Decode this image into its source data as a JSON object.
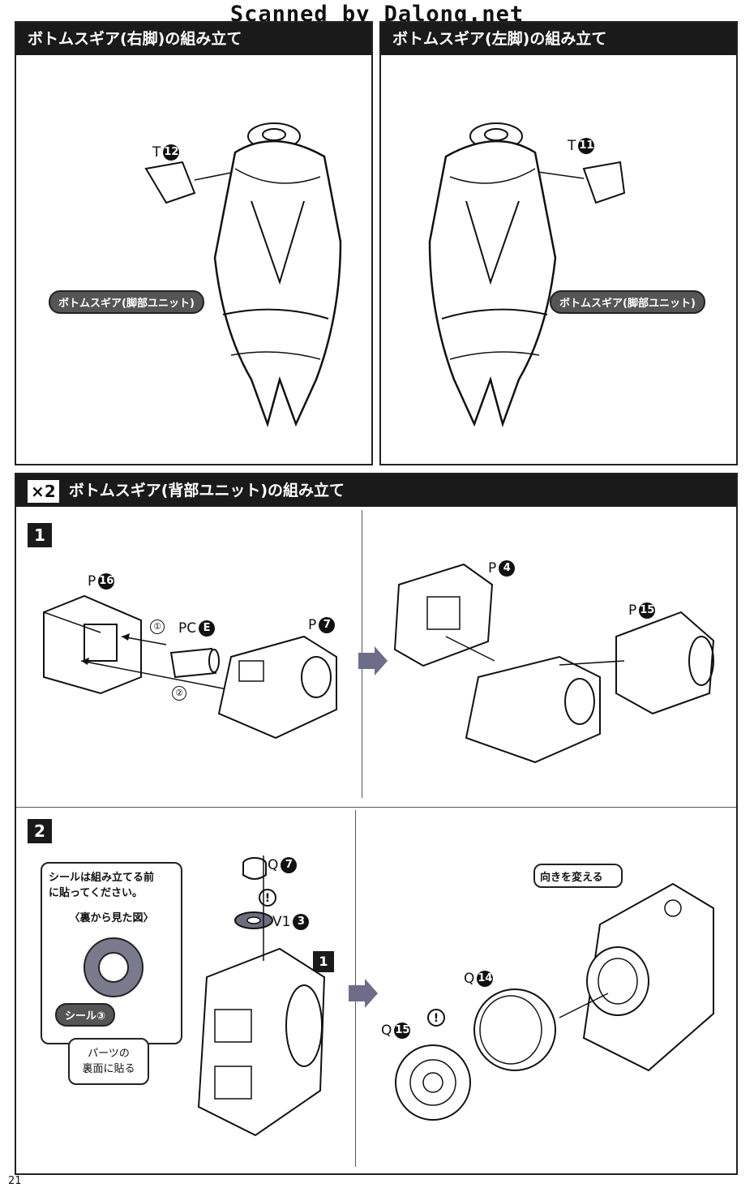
{
  "watermark": "Scanned by Dalong.net",
  "panels": {
    "right_leg": {
      "title": "ボトムスギア(右脚)の組み立て",
      "part_letter": "T",
      "part_num": "12",
      "pill": "ボトムスギア(脚部ユニット)"
    },
    "left_leg": {
      "title": "ボトムスギア(左脚)の組み立て",
      "part_letter": "T",
      "part_num": "11",
      "pill": "ボトムスギア(脚部ユニット)"
    },
    "back_unit": {
      "multiplier": "×2",
      "title": "ボトムスギア(背部ユニット)の組み立て"
    }
  },
  "step1": {
    "step": "1",
    "p16_letter": "P",
    "p16_num": "16",
    "arrow1": "①",
    "pc_letter": "PC",
    "pc_code": "E",
    "p7_letter": "P",
    "p7_num": "7",
    "arrow2": "②",
    "p4_letter": "P",
    "p4_num": "4",
    "p15_letter": "P",
    "p15_num": "15"
  },
  "step2": {
    "step": "2",
    "note_line1": "シールは組み立てる前",
    "note_line2": "に貼ってください。",
    "note_sub": "〈裏から見た図〉",
    "seal_pill": "シール③",
    "note2": "パーツの\n裏面に貼る",
    "note2_line1": "パーツの",
    "note2_line2": "裏面に貼る",
    "q7_letter": "Q",
    "q7_num": "7",
    "v1_letter": "V1",
    "v1_num": "3",
    "ref_step": "1",
    "turn_label": "向きを変える",
    "q14_letter": "Q",
    "q14_num": "14",
    "q15_letter": "Q",
    "q15_num": "15",
    "caution": "!"
  },
  "page_number": "21"
}
